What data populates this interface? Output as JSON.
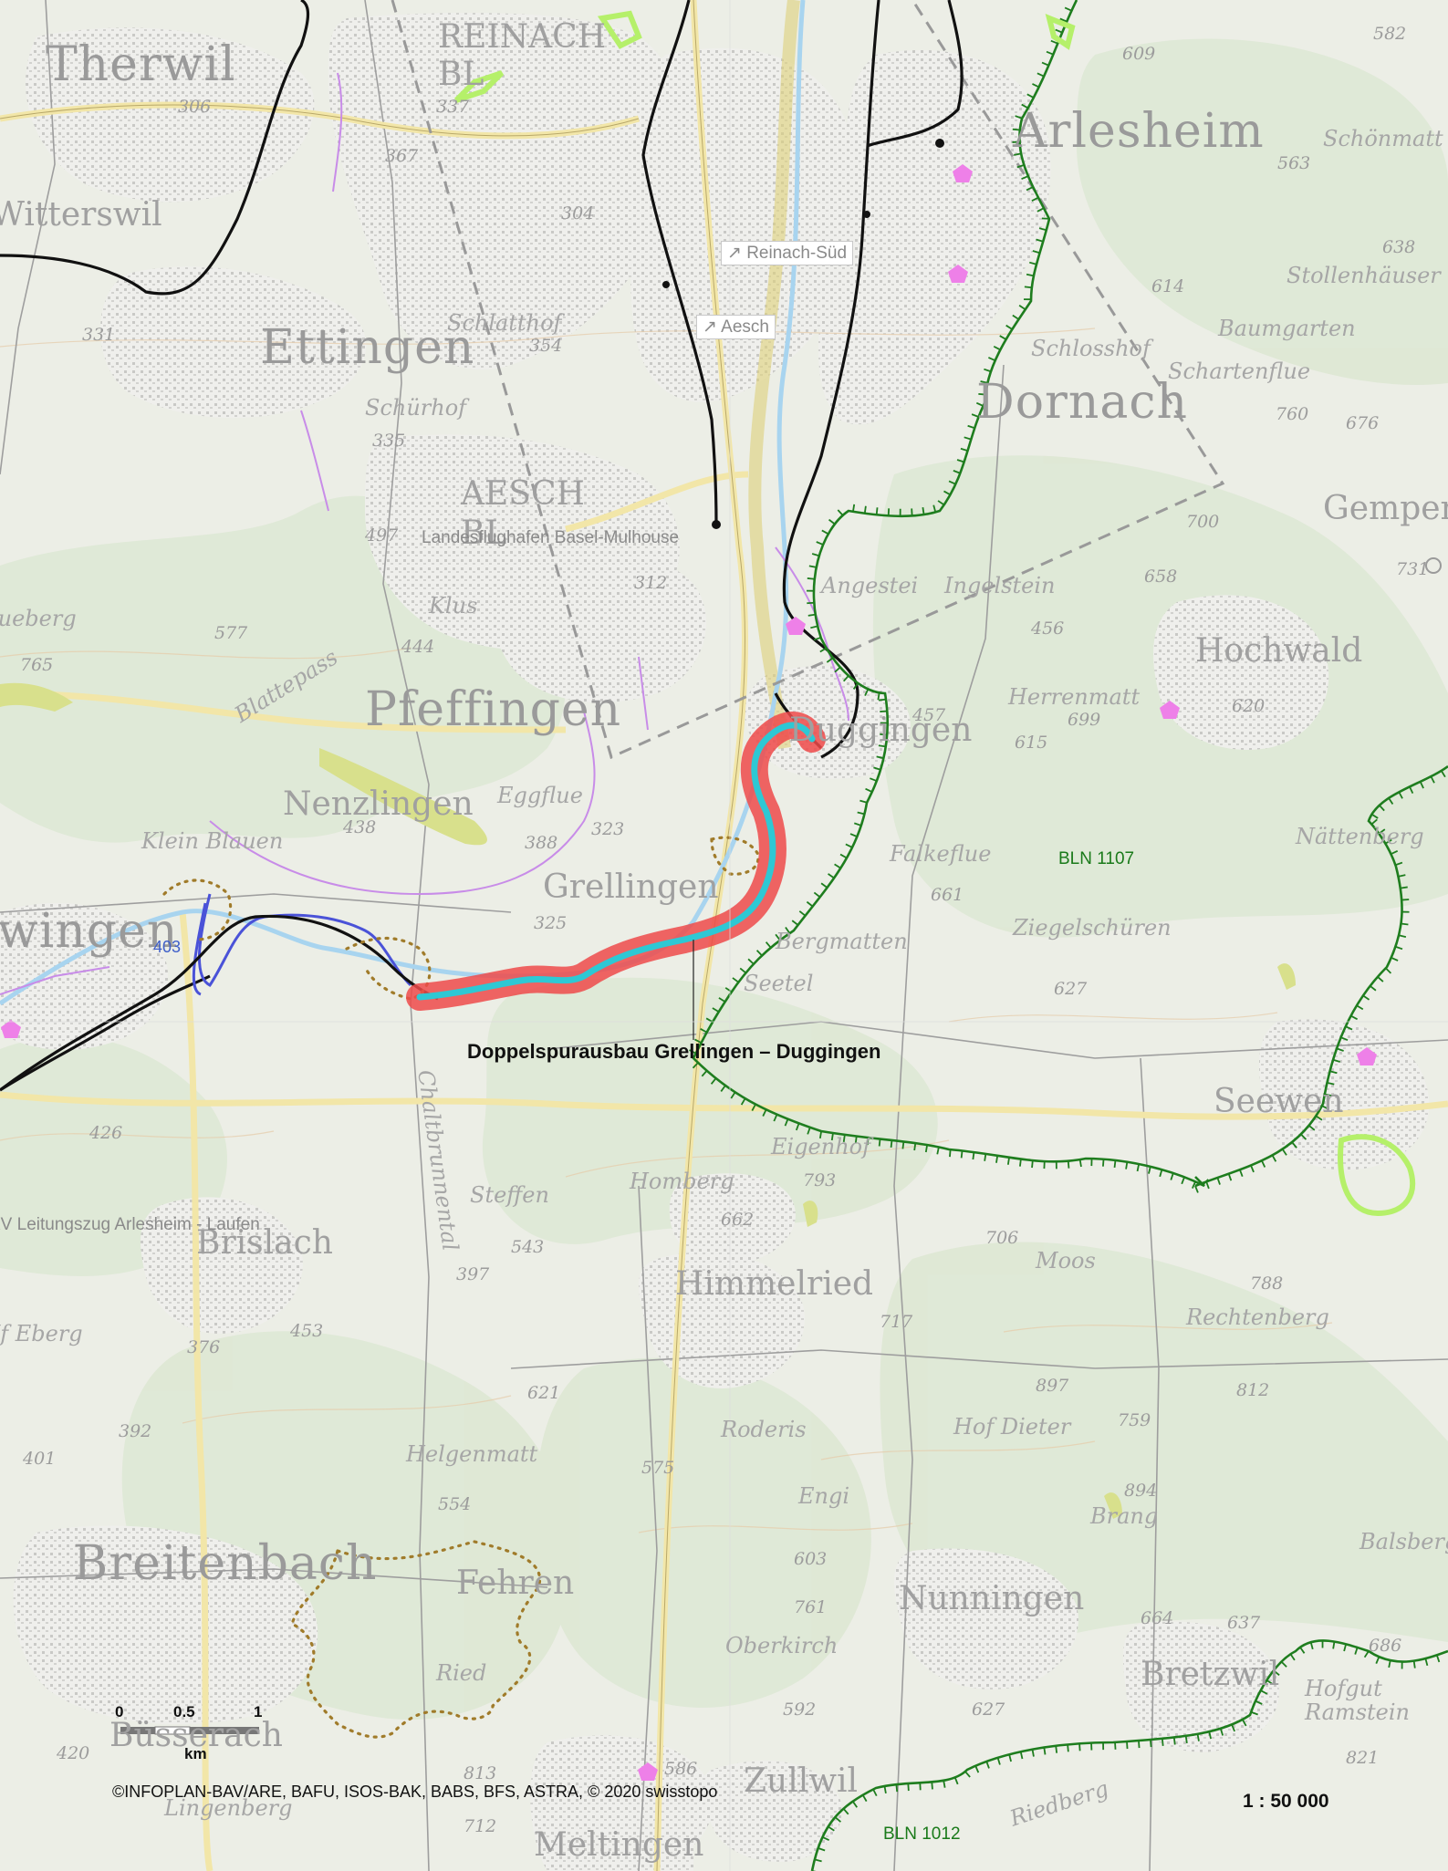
{
  "map": {
    "title": "Doppelspurausbau Grellingen – Duggingen",
    "credits": "©INFOPLAN-BAV/ARE, BAFU, ISOS-BAK, BABS, BFS, ASTRA, © 2020 swisstopo",
    "scale_ratio": "1 : 50 000",
    "scale_bar": {
      "ticks": [
        "0",
        "0.5",
        "1"
      ],
      "unit": "km"
    },
    "labels": {
      "bln_1107": "BLN 1107",
      "bln_1012": "BLN 1012",
      "route_403": "403",
      "airport": "Landesflughafen Basel-Mulhouse",
      "power_line": "KV Leitungszug Arlesheim - Laufen",
      "sign_reinach_sud": "↗ Reinach-Süd",
      "sign_aesch": "↗ Aesch"
    },
    "places_big": [
      "Therwil",
      "REINACH BL",
      "Arlesheim",
      "Ettingen",
      "Dornach",
      "AESCH BL",
      "Pfeffingen",
      "Hochwald",
      "Grellingen",
      "Duggingen",
      "Nenzlingen",
      "Zwingen",
      "Breitenbach",
      "Himmelried",
      "Nunningen",
      "Seewen",
      "Bretzwil",
      "Brislach",
      "Meltingen",
      "Zullwil",
      "Fehren",
      "Büsserach",
      "Gempen",
      "Witterswil"
    ],
    "places_small": [
      "Schlatthof",
      "Schürhof",
      "Klus",
      "Blattepass",
      "Eggflue",
      "Klein Blauen",
      "Falkeflue",
      "Herrenmatt",
      "Bergmatten",
      "Seetel",
      "Eigenhof",
      "Homberg",
      "Steffen",
      "Moos",
      "Rechtenberg",
      "Hof Dieter",
      "Roderis",
      "Engi",
      "Helgenmatt",
      "Chaltbrunnental",
      "Oberkirch",
      "Ziegelschüren",
      "Nättenberg",
      "Baumgarten",
      "Schartenflue",
      "Stollenhäuser",
      "Schönmatt",
      "Angestei",
      "Ingelstein",
      "Schlosshof",
      "Ried",
      "Lingenberg",
      "Riedberg",
      "Balsberg",
      "Hofgut Ramstein",
      "Brang",
      "Uf Eberg",
      "Bueberg"
    ],
    "elevations": [
      "306",
      "337",
      "367",
      "304",
      "609",
      "582",
      "563",
      "638",
      "614",
      "331",
      "354",
      "335",
      "497",
      "312",
      "444",
      "577",
      "765",
      "760",
      "676",
      "700",
      "658",
      "731",
      "456",
      "699",
      "615",
      "620",
      "438",
      "388",
      "323",
      "325",
      "661",
      "627",
      "426",
      "453",
      "543",
      "397",
      "662",
      "793",
      "706",
      "788",
      "717",
      "897",
      "812",
      "376",
      "392",
      "401",
      "621",
      "575",
      "554",
      "759",
      "894",
      "603",
      "664",
      "637",
      "686",
      "761",
      "592",
      "627",
      "813",
      "712",
      "586",
      "420",
      "821",
      "457"
    ]
  }
}
